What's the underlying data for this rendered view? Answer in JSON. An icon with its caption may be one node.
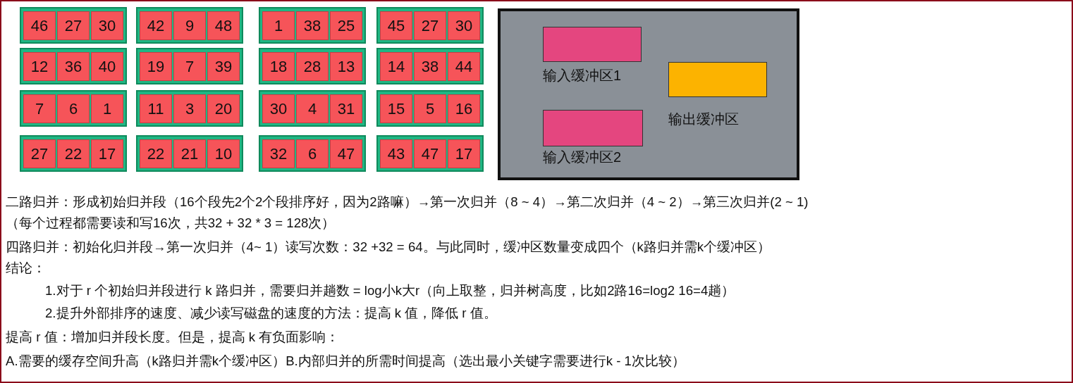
{
  "diagram": {
    "nodes": [
      {
        "text": [],
        "shape": "box"
      },
      {
        "text": [
          "46"
        ],
        "in": 0
      },
      {
        "text": [
          "27"
        ],
        "in": 0
      },
      {
        "text": [
          "30"
        ],
        "in": 0
      },
      {
        "text": [],
        "shape": "box"
      },
      {
        "text": [
          "42"
        ],
        "in": 4
      },
      {
        "text": [
          "9"
        ],
        "in": 4
      },
      {
        "text": [
          "48"
        ],
        "in": 4
      },
      {
        "text": [],
        "shape": "box"
      },
      {
        "text": [
          "1"
        ],
        "in": 8
      },
      {
        "text": [
          "38"
        ],
        "in": 8
      },
      {
        "text": [
          "25"
        ],
        "in": 8
      },
      {
        "text": [],
        "shape": "box"
      },
      {
        "text": [
          "45"
        ],
        "in": 12
      },
      {
        "text": [
          "27"
        ],
        "in": 12
      },
      {
        "text": [
          "30"
        ],
        "in": 12
      },
      {
        "text": [],
        "shape": "box"
      },
      {
        "text": [
          "12"
        ],
        "in": 16
      },
      {
        "text": [
          "36"
        ],
        "in": 16
      },
      {
        "text": [
          "40"
        ],
        "in": 16
      },
      {
        "text": [],
        "shape": "box"
      },
      {
        "text": [
          "19"
        ],
        "in": 20
      },
      {
        "text": [
          "7"
        ],
        "in": 20
      },
      {
        "text": [
          "39"
        ],
        "in": 20
      },
      {
        "text": [],
        "shape": "box"
      },
      {
        "text": [
          "18"
        ],
        "in": 24
      },
      {
        "text": [
          "28"
        ],
        "in": 24
      },
      {
        "text": [
          "13"
        ],
        "in": 24
      },
      {
        "text": [],
        "shape": "box"
      },
      {
        "text": [
          "14"
        ],
        "in": 28
      },
      {
        "text": [
          "38"
        ],
        "in": 28
      },
      {
        "text": [
          "44"
        ],
        "in": 28
      },
      {
        "text": [],
        "shape": "box"
      },
      {
        "text": [
          "7"
        ],
        "in": 32
      },
      {
        "text": [
          "6"
        ],
        "in": 32
      },
      {
        "text": [
          "1"
        ],
        "in": 32
      },
      {
        "text": [],
        "shape": "box"
      },
      {
        "text": [
          "11"
        ],
        "in": 36
      },
      {
        "text": [
          "3"
        ],
        "in": 36
      },
      {
        "text": [
          "20"
        ],
        "in": 36
      },
      {
        "text": [],
        "shape": "box"
      },
      {
        "text": [
          "30"
        ],
        "in": 40
      },
      {
        "text": [
          "4"
        ],
        "in": 40
      },
      {
        "text": [
          "31"
        ],
        "in": 40
      },
      {
        "text": [],
        "shape": "box"
      },
      {
        "text": [
          "15"
        ],
        "in": 44
      },
      {
        "text": [
          "5"
        ],
        "in": 44
      },
      {
        "text": [
          "16"
        ],
        "in": 44
      },
      {
        "text": [],
        "shape": "box"
      },
      {
        "text": [
          "27"
        ],
        "in": 48
      },
      {
        "text": [
          "22"
        ],
        "in": 48
      },
      {
        "text": [
          "17"
        ],
        "in": 48
      },
      {
        "text": [],
        "shape": "box"
      },
      {
        "text": [
          "22"
        ],
        "in": 52
      },
      {
        "text": [
          "21"
        ],
        "in": 52
      },
      {
        "text": [
          "10"
        ],
        "in": 52
      },
      {
        "text": [],
        "shape": "box"
      },
      {
        "text": [
          "32"
        ],
        "in": 56
      },
      {
        "text": [
          "6"
        ],
        "in": 56
      },
      {
        "text": [
          "47"
        ],
        "in": 56
      },
      {
        "text": [],
        "shape": "box"
      },
      {
        "text": [
          "43"
        ],
        "in": 60
      },
      {
        "text": [
          "47"
        ],
        "in": 60
      },
      {
        "text": [
          "17"
        ],
        "in": 60
      },
      {
        "text": [],
        "shape": "box"
      },
      {
        "text": [
          "输入缓冲区1"
        ],
        "in": 64
      },
      {
        "text": [
          "输出缓冲区"
        ],
        "in": 64
      },
      {
        "text": [
          "输入缓冲区2"
        ],
        "in": 64
      }
    ],
    "labels": [
      "二路归并：形成初始归并段（16个段先2个2个段排序好，因为2路嘛）→第一次归并（8 ~ 4）→第二次归并（4 ~ 2）→第三次归并(2 ~ 1)",
      "（每个过程都需要读和写16次，共32 + 32 * 3 = 128次）",
      "四路归并：初始化归并段→第一次归并（4~ 1）读写次数：32 +32 = 64。与此同时，缓冲区数量变成四个（k路归并需k个缓冲区）",
      "结论：",
      "1.对于 r 个初始归并段进行 k 路归并，需要归并趟数 = log小k大r（向上取整，归并树高度，比如2路16=log2 16=4趟）",
      "2.提升外部排序的速度、减少读写磁盘的速度的方法：提高 k 值，降低 r 值。",
      "提高 r 值：增加归并段长度。但是，提高 k 有负面影响：",
      "A.需要的缓存空间升高（k路归并需k个缓冲区）B.内部归并的所需时间提高（选出最小关键字需要进行k - 1次比较）"
    ]
  }
}
